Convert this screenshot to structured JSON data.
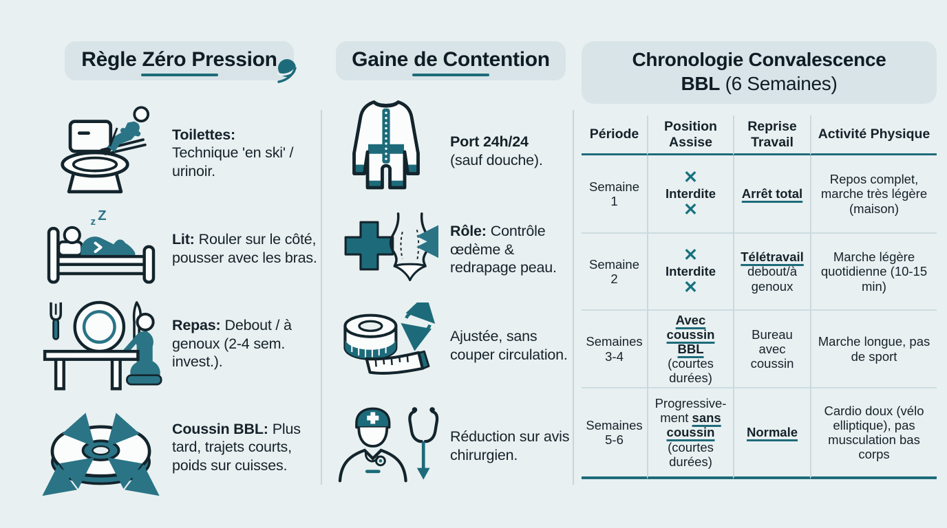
{
  "colors": {
    "background": "#e9f0f1",
    "pill": "#d8e4e8",
    "teal": "#1d6b7a",
    "ink": "#101c24"
  },
  "rule_zero": {
    "title": "Règle Zéro Pression",
    "items": [
      {
        "icon": "toilet-ski-icon",
        "lead": "Toilettes:",
        "text": "Technique 'en ski' / urinoir."
      },
      {
        "icon": "bed-sleep-icon",
        "lead": "Lit:",
        "text": "Rouler sur le côté, pousser avec les bras."
      },
      {
        "icon": "meal-kneel-icon",
        "lead": "Repas:",
        "text": "Debout / à genoux (2-4 sem. invest.)."
      },
      {
        "icon": "bbl-cushion-icon",
        "lead": "Coussin BBL:",
        "text": "Plus tard, trajets courts, poids sur cuisses."
      }
    ]
  },
  "gaine": {
    "title": "Gaine de Contention",
    "items": [
      {
        "icon": "compression-garment-icon",
        "lead": "Port 24h/24",
        "text": "(sauf douche)."
      },
      {
        "icon": "medical-cross-torso-icon",
        "lead": "Rôle:",
        "text": "Contrôle œdème & redrapage peau."
      },
      {
        "icon": "measuring-tape-icon",
        "lead": "",
        "text": "Ajustée, sans couper circulation."
      },
      {
        "icon": "surgeon-advice-icon",
        "lead": "",
        "text": "Réduction sur avis chirurgien."
      }
    ]
  },
  "chronologie": {
    "title_line1": "Chronologie Convalescence",
    "title_line2_bold": "BBL",
    "title_line2_rest": " (6 Semaines)",
    "headers": {
      "periode": "Période",
      "position": "Position Assise",
      "travail": "Reprise Travail",
      "activite": "Activité Physique"
    },
    "rows": [
      {
        "periode": "Semaine 1",
        "pos_x_top": "✕",
        "pos_label": "Interdite",
        "pos_x_bottom": "✕",
        "travail_emph": "Arrêt total",
        "activite": "Repos complet, marche très légère (maison)"
      },
      {
        "periode": "Semaine 2",
        "pos_x_top": "✕",
        "pos_label": "Interdite",
        "pos_x_bottom": "✕",
        "travail_emph": "Télétravail",
        "travail_rest": "debout/à genoux",
        "activite": "Marche légère quotidienne (10-15 min)"
      },
      {
        "periode": "Semaines 3-4",
        "pos_emph": "Avec coussin BBL",
        "pos_rest": "(courtes durées)",
        "travail_plain": "Bureau avec coussin",
        "activite": "Marche longue, pas de sport"
      },
      {
        "periode": "Semaines 5-6",
        "pos_pre": "Progressive-ment ",
        "pos_emph": "sans coussin",
        "pos_rest": "(courtes durées)",
        "travail_emph": "Normale",
        "activite": "Cardio doux (vélo elliptique), pas musculation bas corps"
      }
    ]
  }
}
